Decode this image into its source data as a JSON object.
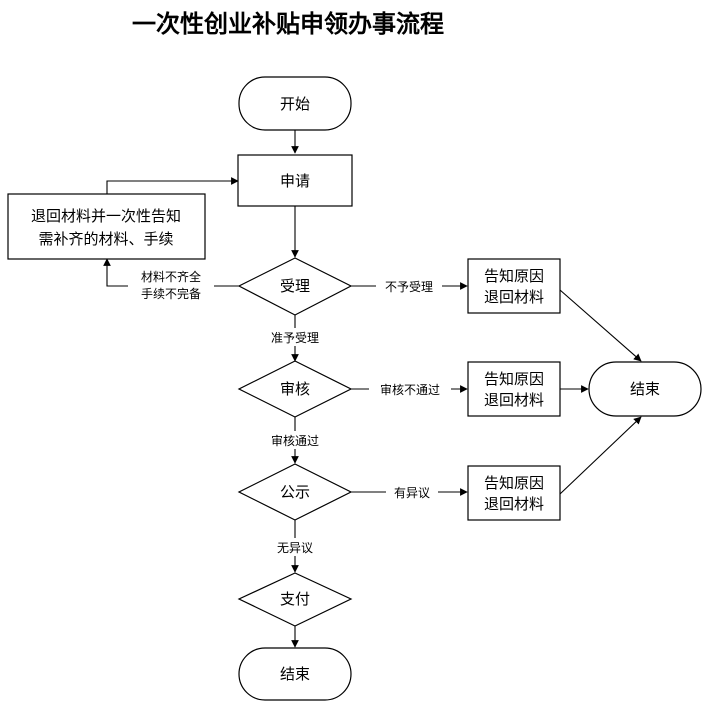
{
  "title": "一次性创业补贴申领办事流程",
  "nodes": {
    "start": "开始",
    "apply": "申请",
    "return_left_line1": "退回材料并一次性告知",
    "return_left_line2": "需补齐的材料、手续",
    "accept": "受理",
    "review": "审核",
    "publicize": "公示",
    "pay": "支付",
    "end_bottom": "结束",
    "end_right": "结束",
    "notify1_line1": "告知原因",
    "notify1_line2": "退回材料",
    "notify2_line1": "告知原因",
    "notify2_line2": "退回材料",
    "notify3_line1": "告知原因",
    "notify3_line2": "退回材料"
  },
  "edges": {
    "incomplete_line1": "材料不齐全",
    "incomplete_line2": "手续不完备",
    "not_accepted": "不予受理",
    "accepted": "准予受理",
    "review_failed": "审核不通过",
    "review_passed": "审核通过",
    "objection": "有异议",
    "no_objection": "无异议"
  }
}
